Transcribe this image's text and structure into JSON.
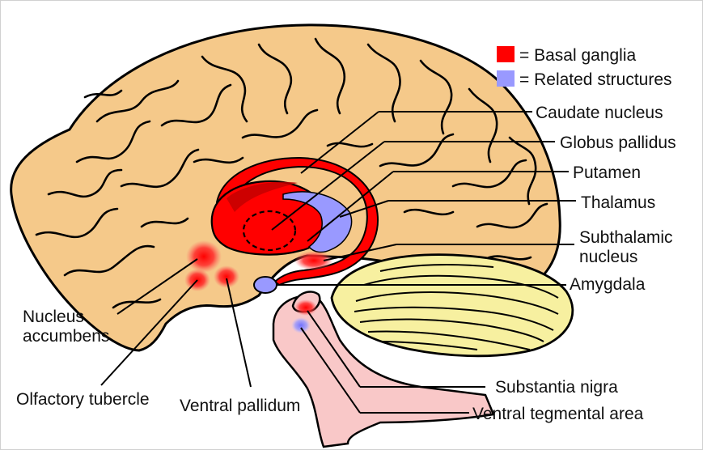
{
  "legend": {
    "items": [
      {
        "swatch": "#ff0000",
        "text": "= Basal ganglia"
      },
      {
        "swatch": "#9999ff",
        "text": "= Related structures"
      }
    ]
  },
  "labels": {
    "caudate_nucleus": "Caudate nucleus",
    "globus_pallidus": "Globus pallidus",
    "putamen": "Putamen",
    "thalamus": "Thalamus",
    "subthalamic_nucleus_line1": "Subthalamic",
    "subthalamic_nucleus_line2": "nucleus",
    "amygdala": "Amygdala",
    "nucleus_accumbens_line1": "Nucleus",
    "nucleus_accumbens_line2": "accumbens",
    "olfactory_tubercle": "Olfactory tubercle",
    "ventral_pallidum": "Ventral pallidum",
    "substantia_nigra": "Substantia nigra",
    "ventral_tegmental_area": "Ventral tegmental area"
  },
  "colors": {
    "cortex": "#f5c98a",
    "basal_ganglia": "#ff0000",
    "related_structures": "#9999ff",
    "cerebellum": "#f7f0a0",
    "brainstem": "#f9c8c8"
  }
}
